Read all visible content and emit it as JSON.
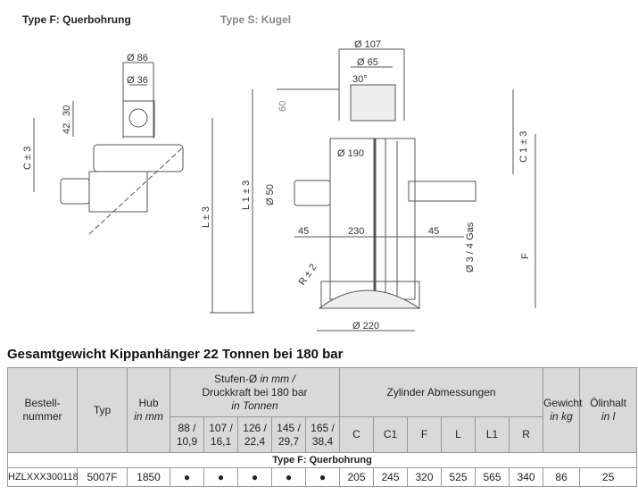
{
  "drawing": {
    "type_f_label": "Type F: Querbohrung",
    "type_s_label": "Type S: Kugel",
    "dims": {
      "d86": "Ø 86",
      "d36": "Ø 36",
      "d30": "30",
      "d42": "42",
      "c": "C ± 3",
      "l": "L ± 3",
      "l1": "L 1 ± 3",
      "d60": "60",
      "d107": "Ø 107",
      "d65": "Ø 65",
      "angle": "30°",
      "d190": "Ø 190",
      "d50": "Ø 50",
      "d45a": "45",
      "d230": "230",
      "d45b": "45",
      "r": "R ± 2",
      "d220": "Ø 220",
      "c1": "C 1 ± 3",
      "gas": "Ø 3 / 4 Gas",
      "f": "F"
    }
  },
  "table": {
    "title": "Gesamtgewicht Kippanhänger 22 Tonnen bei 180 bar",
    "headers": {
      "bestell": "Bestell-",
      "nummer": "nummer",
      "typ": "Typ",
      "hub": "Hub",
      "hub_unit": "in mm",
      "stufen_a": "Stufen-Ø ",
      "stufen_b": "in mm /",
      "druck": "Druckkraft bei 180 bar",
      "druck_unit": "in Tonnen",
      "zylinder": "Zylinder Abmessungen",
      "gewicht": "Gewicht",
      "gewicht_unit": "in kg",
      "oel": "Ölinhalt",
      "oel_unit": "in l",
      "stages": [
        {
          "a": "88 /",
          "b": "10,9"
        },
        {
          "a": "107 /",
          "b": "16,1"
        },
        {
          "a": "126 /",
          "b": "22,4"
        },
        {
          "a": "145 /",
          "b": "29,7"
        },
        {
          "a": "165 /",
          "b": "38,4"
        }
      ],
      "dims": [
        "C",
        "C1",
        "F",
        "L",
        "L1",
        "R"
      ]
    },
    "section": "Type F: Querbohrung",
    "row": {
      "bestell": "HZLXXX300118",
      "typ": "5007F",
      "hub": "1850",
      "stages": [
        "●",
        "●",
        "●",
        "●",
        "●"
      ],
      "dims": [
        "205",
        "245",
        "320",
        "525",
        "565",
        "340"
      ],
      "gewicht": "86",
      "oel": "25"
    }
  }
}
